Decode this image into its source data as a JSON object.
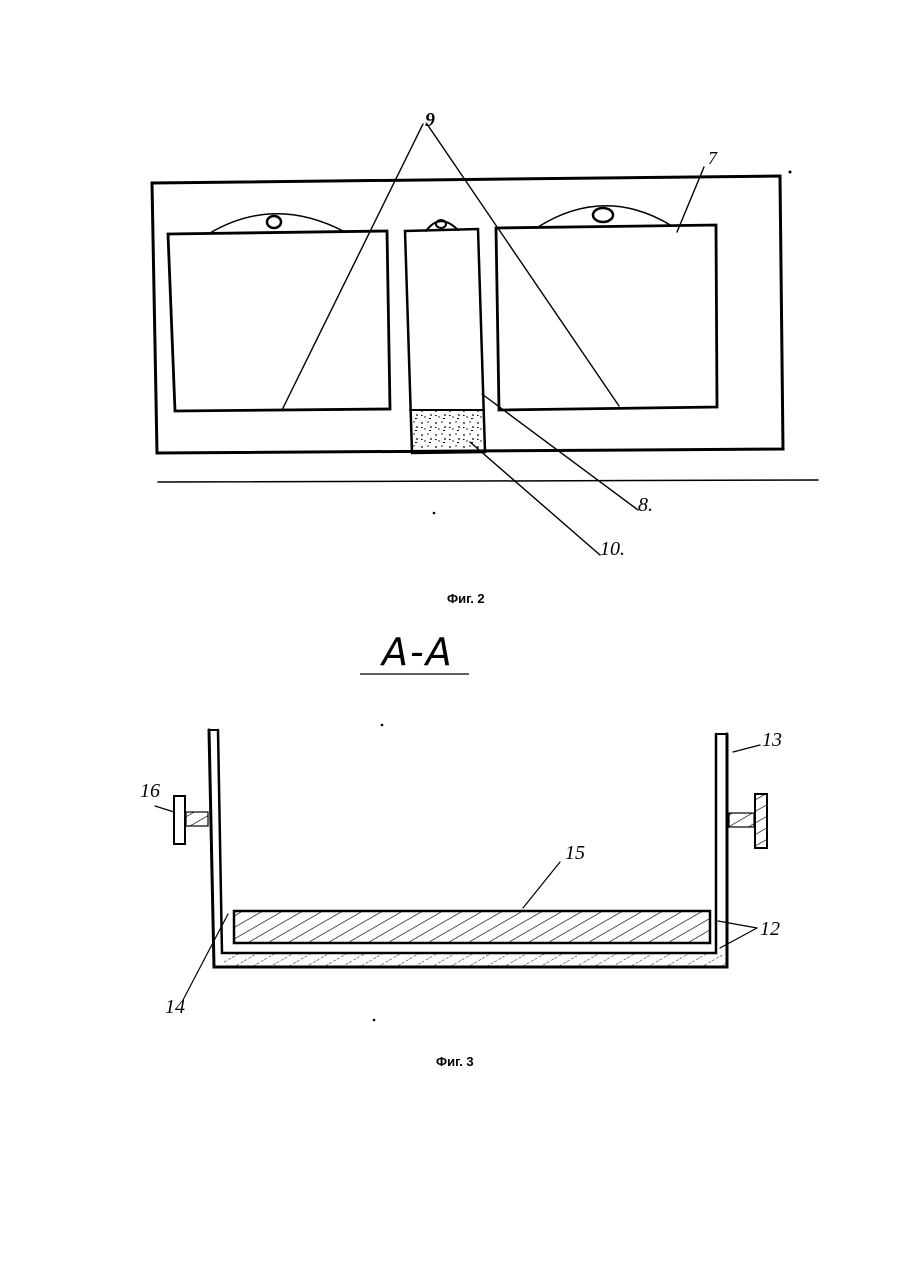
{
  "figure2": {
    "caption": "Фиг. 2",
    "labels": {
      "l9": "9",
      "l7": "7",
      "l8": "8.",
      "l10": "10."
    }
  },
  "figure3": {
    "caption": "Фиг. 3",
    "section_title": "A-A",
    "labels": {
      "l13": "13",
      "l16": "16",
      "l15": "15",
      "l12": "12",
      "l14": "14"
    }
  }
}
